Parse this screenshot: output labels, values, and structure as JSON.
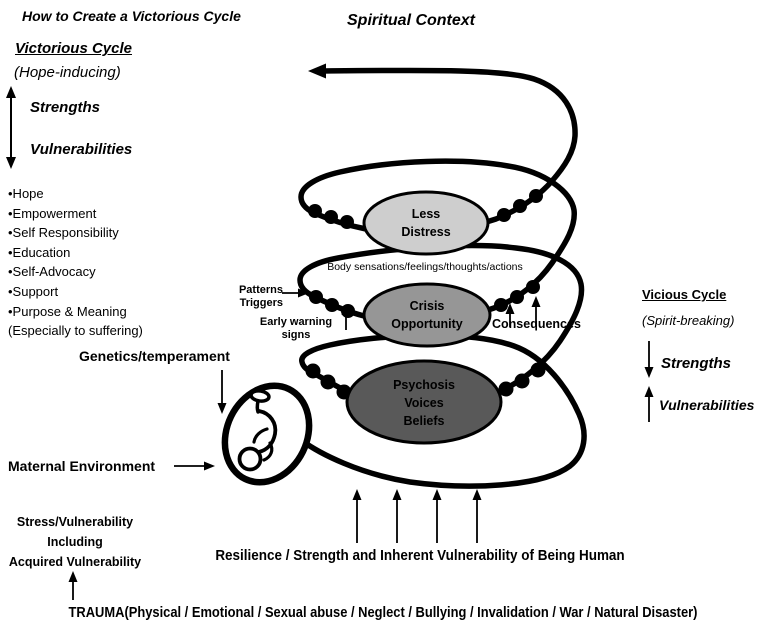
{
  "title": "How to Create a Victorious Cycle",
  "spiritual_context": "Spiritual Context",
  "victorious": {
    "title": "Victorious Cycle",
    "subtitle": "(Hope-inducing)",
    "strengths": "Strengths",
    "vulnerabilities": "Vulnerabilities"
  },
  "protective_factors": {
    "items": [
      "•Hope",
      "•Empowerment",
      "•Self Responsibility",
      "•Education",
      "•Self-Advocacy",
      "•Support",
      "•Purpose & Meaning"
    ],
    "note": "(Especially to suffering)"
  },
  "vicious": {
    "title": "Vicious Cycle",
    "subtitle": "(Spirit-breaking)",
    "strengths": "Strengths",
    "vulnerabilities": "Vulnerabilities"
  },
  "spiral": {
    "body_label": "Body sensations/feelings/thoughts/actions",
    "patterns_line1": "Patterns",
    "patterns_line2": "Triggers",
    "early_warning_line1": "Early warning",
    "early_warning_line2": "signs",
    "consequences": "Consequences",
    "levels": [
      {
        "name": "less-distress",
        "line1": "Less",
        "line2": "Distress",
        "fill": "#cecece"
      },
      {
        "name": "crisis-opportunity",
        "line1": "Crisis",
        "line2": "Opportunity",
        "fill": "#969696"
      },
      {
        "name": "psychosis",
        "line1": "Psychosis",
        "line2": "Voices",
        "line3": "Beliefs",
        "fill": "#595959"
      }
    ]
  },
  "development": {
    "genetics": "Genetics/temperament",
    "maternal": "Maternal Environment",
    "stress_line1": "Stress/Vulnerability",
    "stress_line2": "Including",
    "stress_line3": "Acquired Vulnerability"
  },
  "foundation": {
    "resilience": "Resilience / Strength and Inherent Vulnerability of Being Human",
    "trauma": "TRAUMA(Physical / Emotional / Sexual abuse / Neglect / Bullying / Invalidation / War / Natural Disaster)"
  },
  "colors": {
    "ink": "#000000",
    "level1_fill": "#cecece",
    "level2_fill": "#969696",
    "level3_fill": "#595959"
  }
}
